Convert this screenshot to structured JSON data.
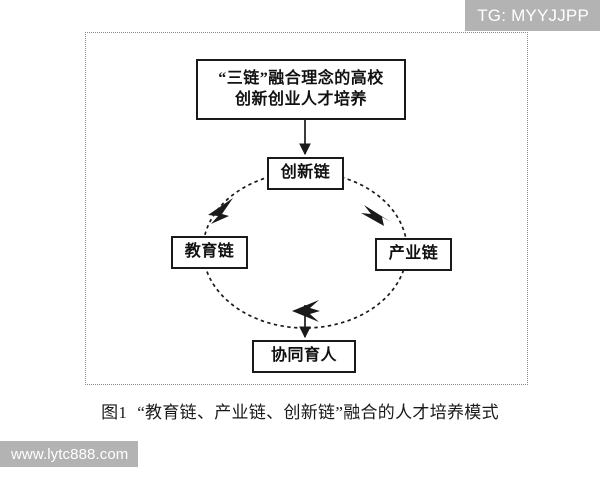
{
  "watermarks": {
    "top_right": "TG: MYYJJPP",
    "bottom_left": "www.lytc888.com"
  },
  "figure": {
    "caption_label": "图1",
    "caption_text": "“教育链、产业链、创新链”融合的人才培养模式",
    "frame_style": "dotted-rectangle",
    "colors": {
      "ink": "#1a1a1a",
      "frame": "#8a8a8a",
      "watermark_bg": "#b3b3b3",
      "background": "#ffffff"
    },
    "nodes": {
      "top": {
        "line1": "“三链”融合理念的高校",
        "line2": "创新创业人才培养"
      },
      "innovation_chain": "创新链",
      "education_chain": "教育链",
      "industry_chain": "产业链",
      "collaborative": "协同育人"
    },
    "cycle": {
      "direction": "clockwise",
      "shape": "dashed-ellipse",
      "arrowheads": [
        "upper-left",
        "upper-right",
        "bottom-center"
      ]
    },
    "connectors": [
      {
        "from": "top",
        "to": "innovation_chain",
        "style": "solid-arrow-down"
      },
      {
        "from": "cycle-bottom",
        "to": "collaborative",
        "style": "solid-arrow-down"
      }
    ]
  }
}
